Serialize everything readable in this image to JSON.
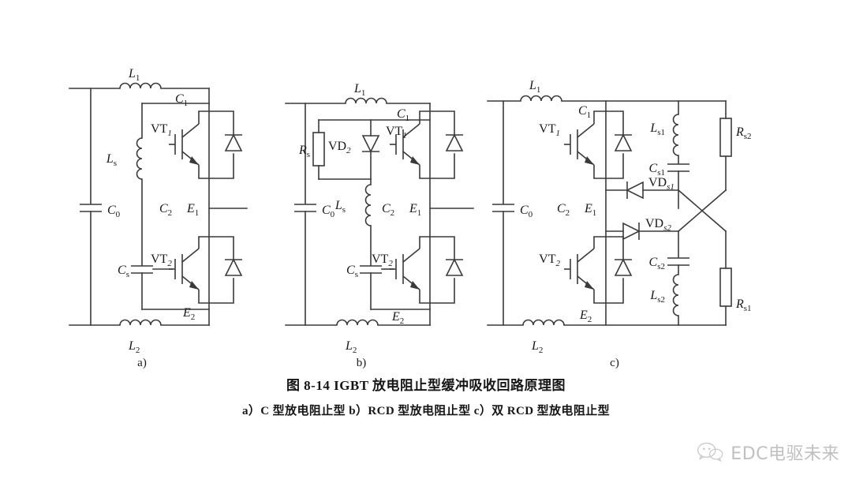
{
  "figure": {
    "caption_main": "图 8-14    IGBT 放电阻止型缓冲吸收回路原理图",
    "caption_sub": "a）C 型放电阻止型    b）RCD 型放电阻止型    c）双 RCD 型放电阻止型"
  },
  "panels": {
    "a": {
      "key": "a)",
      "title": "C 型放电阻止型",
      "labels": {
        "L1": "L",
        "L1_sub": "1",
        "L2": "L",
        "L2_sub": "2",
        "Ls": "L",
        "Ls_sub": "s",
        "C0": "C",
        "C0_sub": "0",
        "C1": "C",
        "C1_sub": "1",
        "C2": "C",
        "C2_sub": "2",
        "Cs": "C",
        "Cs_sub": "s",
        "E1": "E",
        "E1_sub": "1",
        "E2": "E",
        "E2_sub": "2",
        "VT1": "VT",
        "VT1_sub": "1",
        "VT2": "VT",
        "VT2_sub": "2"
      }
    },
    "b": {
      "key": "b)",
      "title": "RCD 型放电阻止型",
      "labels": {
        "L1": "L",
        "L1_sub": "1",
        "L2": "L",
        "L2_sub": "2",
        "Ls": "L",
        "Ls_sub": "s",
        "C0": "C",
        "C0_sub": "0",
        "C1": "C",
        "C1_sub": "1",
        "C2": "C",
        "C2_sub": "2",
        "Cs": "C",
        "Cs_sub": "s",
        "Rs": "R",
        "Rs_sub": "s",
        "VD2": "VD",
        "VD2_sub": "2",
        "E1": "E",
        "E1_sub": "1",
        "E2": "E",
        "E2_sub": "2",
        "VT1": "VT",
        "VT1_sub": "1",
        "VT2": "VT",
        "VT2_sub": "2"
      }
    },
    "c": {
      "key": "c)",
      "title": "双 RCD 型放电阻止型",
      "labels": {
        "L1": "L",
        "L1_sub": "1",
        "L2": "L",
        "L2_sub": "2",
        "C0": "C",
        "C0_sub": "0",
        "C1": "C",
        "C1_sub": "1",
        "C2": "C",
        "C2_sub": "2",
        "E1": "E",
        "E1_sub": "1",
        "E2": "E",
        "E2_sub": "2",
        "VT1": "VT",
        "VT1_sub": "1",
        "VT2": "VT",
        "VT2_sub": "2",
        "Ls1": "L",
        "Ls1_sub": "s1",
        "Cs1": "C",
        "Cs1_sub": "s1",
        "Ls2": "L",
        "Ls2_sub": "s2",
        "Cs2": "C",
        "Cs2_sub": "s2",
        "Rs1": "R",
        "Rs1_sub": "s1",
        "Rs2": "R",
        "Rs2_sub": "s2",
        "VDs1": "VD",
        "VDs1_sub": "s1",
        "VDs2": "VD",
        "VDs2_sub": "s2"
      }
    }
  },
  "watermark": {
    "text": "EDC电驱未来",
    "icon": "wechat-bubble-icon",
    "color": "#8d8d8d"
  },
  "colors": {
    "background": "#ffffff",
    "wire": "#3a3a3a",
    "text": "#1a1a1a",
    "watermark": "#8d8d8d"
  }
}
